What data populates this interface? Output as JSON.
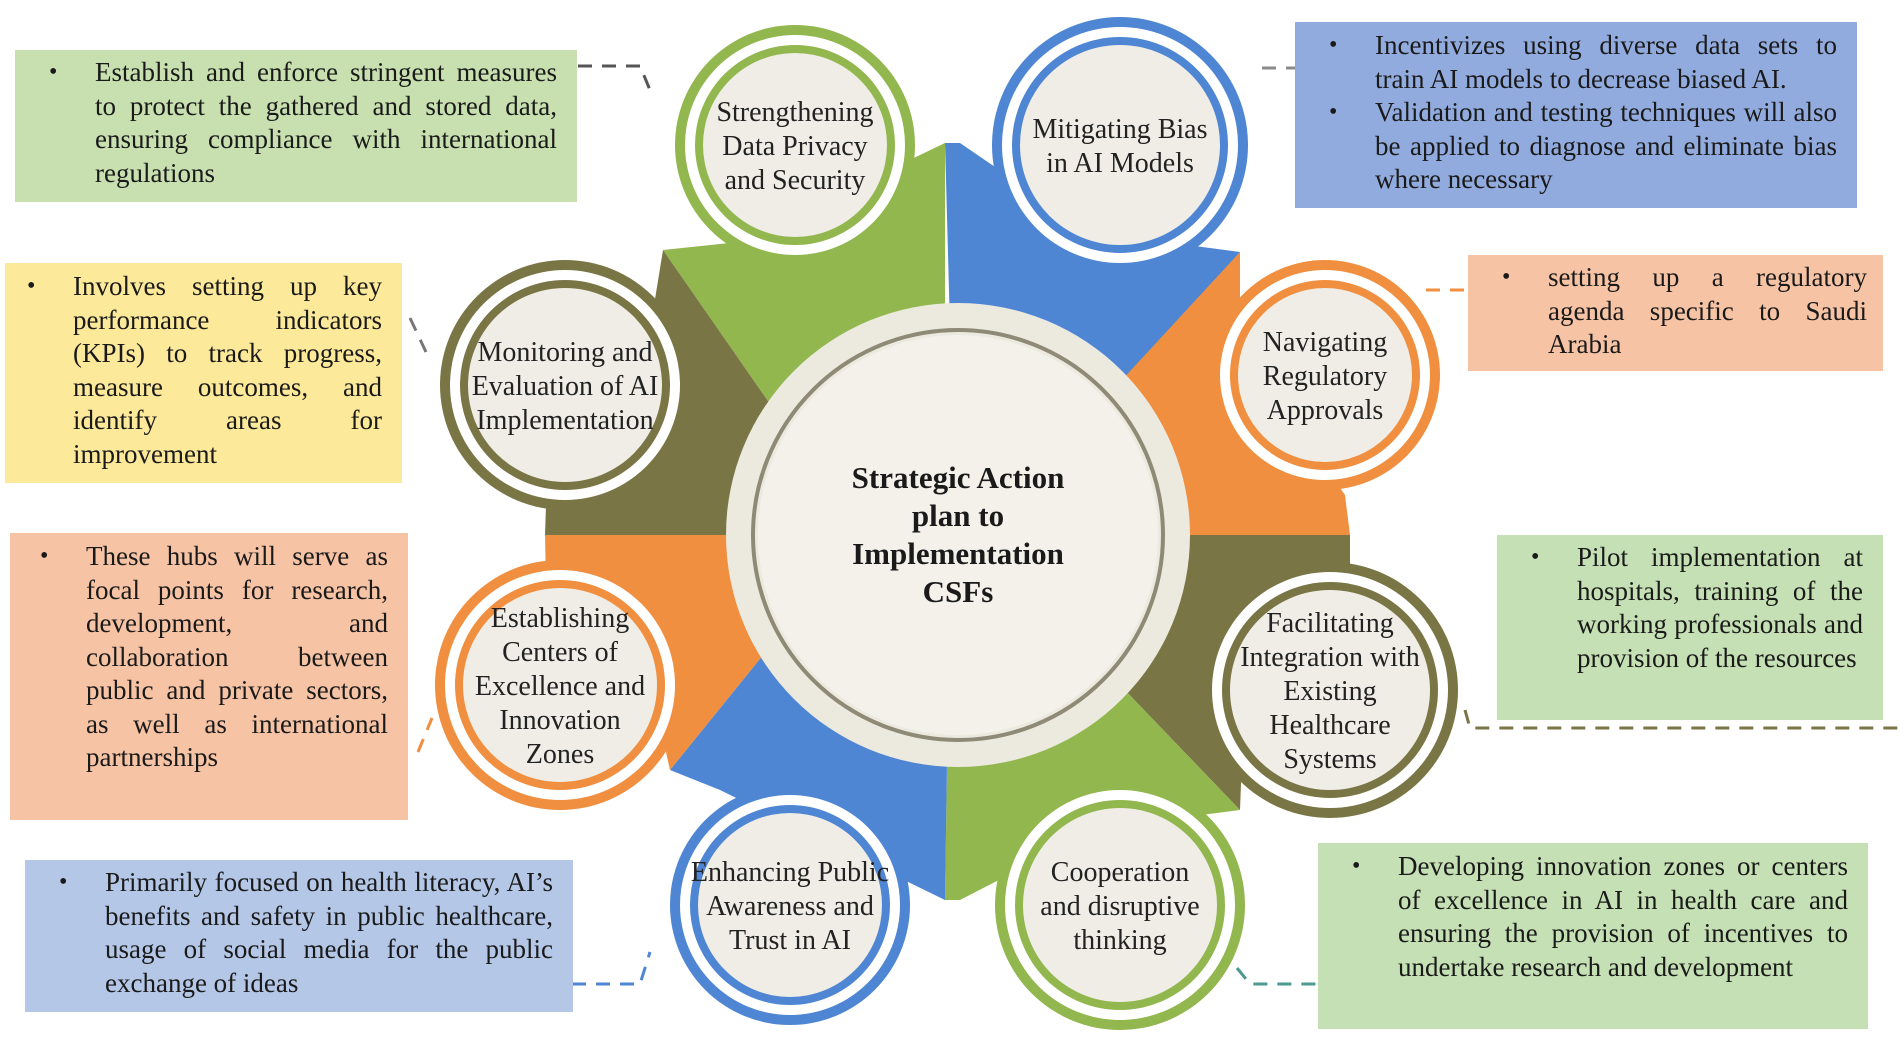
{
  "colors": {
    "green": "#92b74e",
    "blue": "#4f86d3",
    "orange": "#f08f3f",
    "olive": "#7a7545",
    "circle_fill": "#efede6",
    "box_green": "#c8e0b0",
    "box_blue": "#92abde",
    "box_yellow": "#fde99a",
    "box_peach": "#f6c3a5",
    "box_lightblue": "#b4c7e7",
    "box_paleg": "#c5e0b4"
  },
  "center": {
    "lines": [
      "Strategic Action",
      "plan to",
      "Implementation",
      "CSFs"
    ]
  },
  "nodes": [
    {
      "id": "privacy",
      "lines": [
        "Strengthening",
        "Data Privacy",
        "and Security"
      ]
    },
    {
      "id": "bias",
      "lines": [
        "Mitigating Bias",
        "in AI Models"
      ]
    },
    {
      "id": "regulatory",
      "lines": [
        "Navigating",
        "Regulatory",
        "Approvals"
      ]
    },
    {
      "id": "integration",
      "lines": [
        "Facilitating",
        "Integration with",
        "Existing",
        "Healthcare",
        "Systems"
      ]
    },
    {
      "id": "cooperation",
      "lines": [
        "Cooperation",
        "and disruptive",
        "thinking"
      ]
    },
    {
      "id": "awareness",
      "lines": [
        "Enhancing Public",
        "Awareness and",
        "Trust in AI"
      ]
    },
    {
      "id": "centers",
      "lines": [
        "Establishing",
        "Centers of",
        "Excellence and",
        "Innovation",
        "Zones"
      ]
    },
    {
      "id": "monitoring",
      "lines": [
        "Monitoring and",
        "Evaluation of AI",
        "Implementation"
      ]
    }
  ],
  "boxes": {
    "privacy": [
      "Establish and enforce stringent measures to protect the gathered and stored data, ensuring compliance with international regulations"
    ],
    "bias": [
      "Incentivizes using diverse data sets to train AI models to decrease biased AI.",
      "Validation and testing techniques will also be applied to diagnose and eliminate bias where necessary"
    ],
    "monitoring": [
      "Involves setting up key performance indicators (KPIs) to track progress, measure outcomes, and identify areas for improvement"
    ],
    "regulatory": [
      "setting up a regulatory agenda specific to Saudi Arabia"
    ],
    "centers": [
      "These hubs will serve as focal points for research, development, and collaboration between public and private sectors, as well as international partnerships"
    ],
    "integration": [
      "Pilot implementation at hospitals, training of the working professionals and provision of the resources"
    ],
    "awareness": [
      "Primarily focused on health literacy, AI’s benefits and safety in public healthcare, usage of social media for the public exchange of ideas"
    ],
    "cooperation": [
      "Developing innovation zones or centers of excellence in AI in health care and ensuring the provision of incentives to undertake research and development"
    ]
  }
}
